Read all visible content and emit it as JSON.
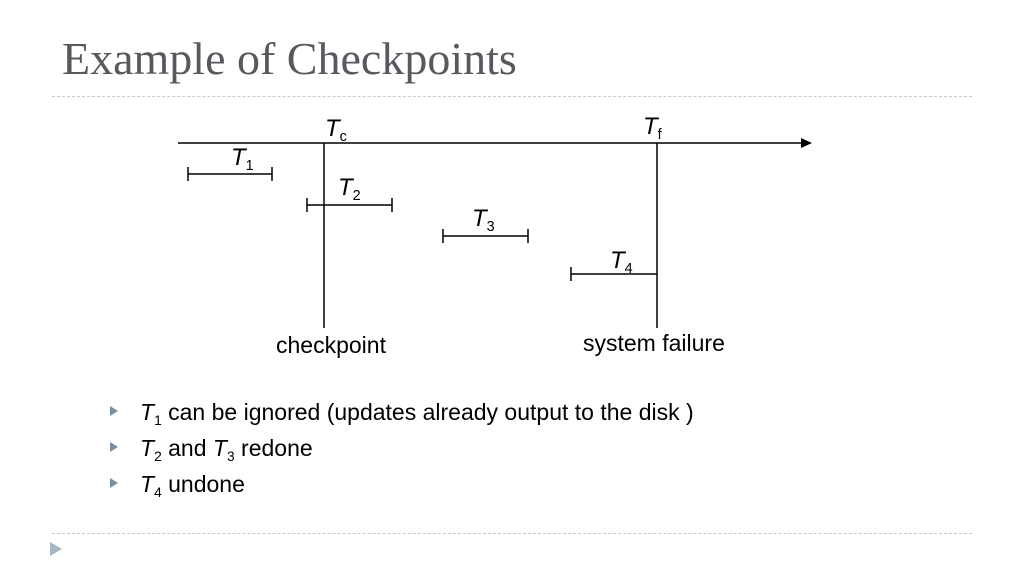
{
  "slide": {
    "title": "Example of Checkpoints"
  },
  "diagram": {
    "axis_T": "T",
    "tc_sub": "c",
    "tf_sub": "f",
    "t1_sub": "1",
    "t2_sub": "2",
    "t3_sub": "3",
    "t4_sub": "4",
    "checkpoint_label": "checkpoint",
    "failure_label": "system failure"
  },
  "bullets": [
    {
      "T": "T",
      "sub": "1",
      "text": " can be ignored (updates already output to the disk )"
    },
    {
      "T": "T",
      "sub": "2",
      "mid": " and ",
      "T2": "T",
      "sub2": "3",
      "text": " redone"
    },
    {
      "T": "T",
      "sub": "4",
      "text": " undone"
    }
  ],
  "colors": {
    "title": "#58585e",
    "bullet_marker": "#7b8ea3",
    "nav_arrow": "#a6b7c6"
  }
}
